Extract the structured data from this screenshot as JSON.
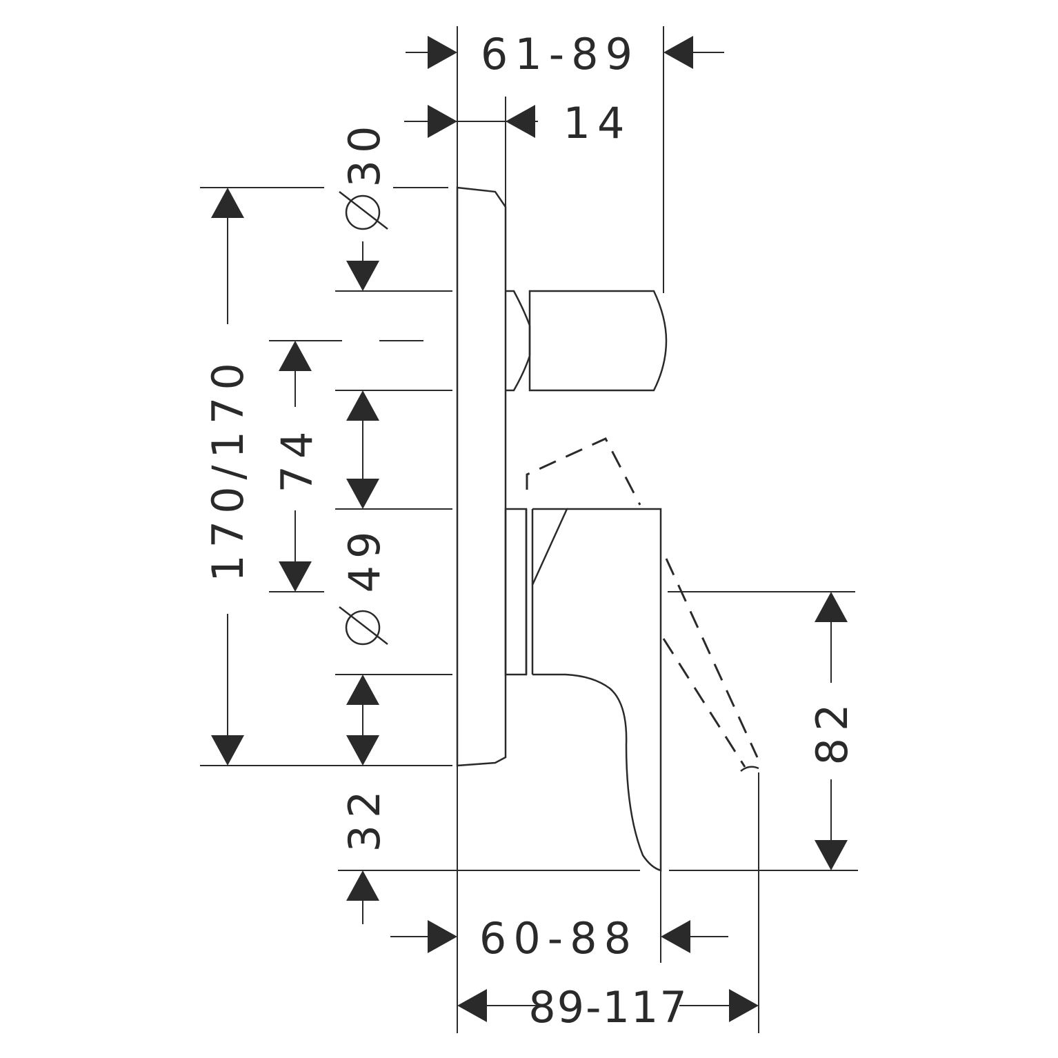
{
  "drawing": {
    "dimensions": {
      "top_width_range": "61-89",
      "top_offset": "14",
      "diameter_upper": "30",
      "diameter_lower": "49",
      "total_height": "170/170",
      "center_distance": "74",
      "bottom_gap": "32",
      "right_height": "82",
      "bottom_width_range": "60-88",
      "bottom_total_range": "89-117"
    },
    "diameter_symbol": "⌀"
  }
}
